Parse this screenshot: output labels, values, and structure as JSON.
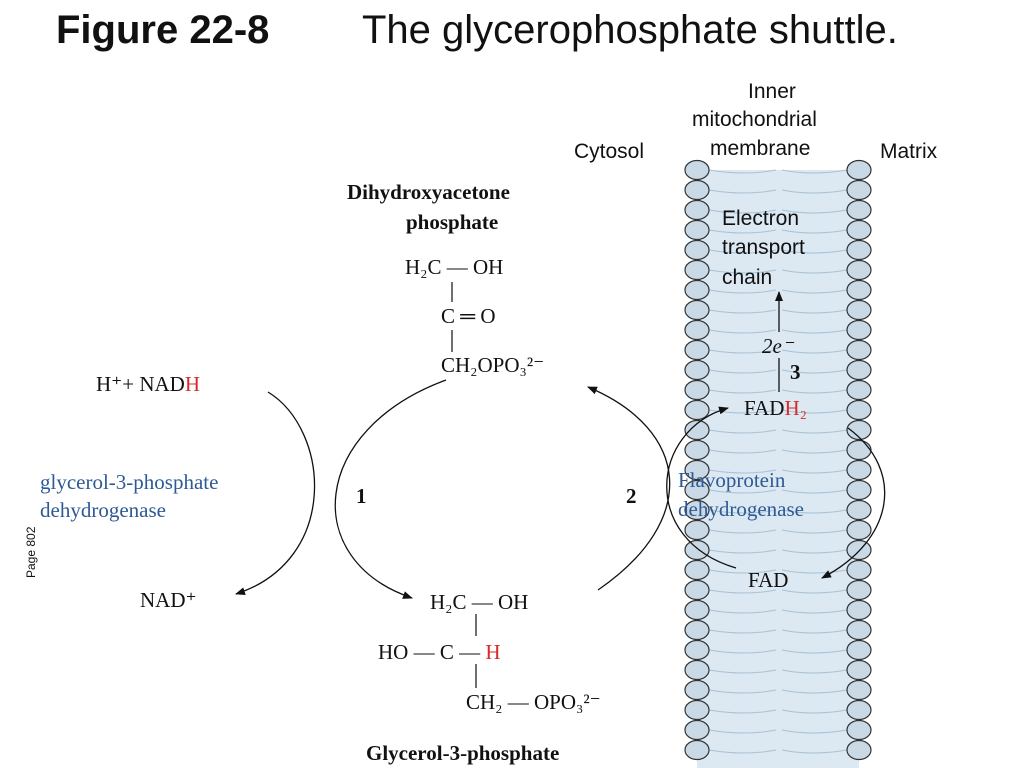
{
  "title": {
    "figure": "Figure 22-8",
    "caption": "The glycerophosphate shuttle."
  },
  "page_label": "Page 802",
  "compartments": {
    "cytosol": "Cytosol",
    "membrane_line1": "Inner",
    "membrane_line2": "mitochondrial",
    "membrane_line3": "membrane",
    "matrix": "Matrix"
  },
  "dhap": {
    "name_line1": "Dihydroxyacetone",
    "name_line2": "phosphate",
    "row1": "H₂C — OH",
    "row2": "C ═ O",
    "row3": "CH₂OPO₃²⁻"
  },
  "g3p": {
    "name": "Glycerol-3-phosphate",
    "row1": "H₂C — OH",
    "row2_left": "HO — C — ",
    "row2_h": "H",
    "row3": "CH₂ — OPO₃²⁻"
  },
  "cofactors": {
    "nadh_prefix": "H⁺+ NAD",
    "nadh_h": "H",
    "nad_plus": "NAD⁺",
    "fadh2_prefix": "FAD",
    "fadh2_h": "H₂",
    "fad": "FAD"
  },
  "enzymes": {
    "g3pdh_line1": "glycerol-3-phosphate",
    "g3pdh_line2": "dehydrogenase",
    "flavo_line1": "Flavoprotein",
    "flavo_line2": "dehydrogenase"
  },
  "steps": {
    "step1": "1",
    "step2": "2",
    "step3": "3"
  },
  "electron_transport": {
    "line1": "Electron",
    "line2": "transport",
    "line3": "chain",
    "electrons": "2e⁻"
  },
  "colors": {
    "enzyme_blue": "#2d5a95",
    "highlight_red": "#d82a2a",
    "membrane_fill": "#dce8f2",
    "bead_fill": "#c9d9e6"
  }
}
